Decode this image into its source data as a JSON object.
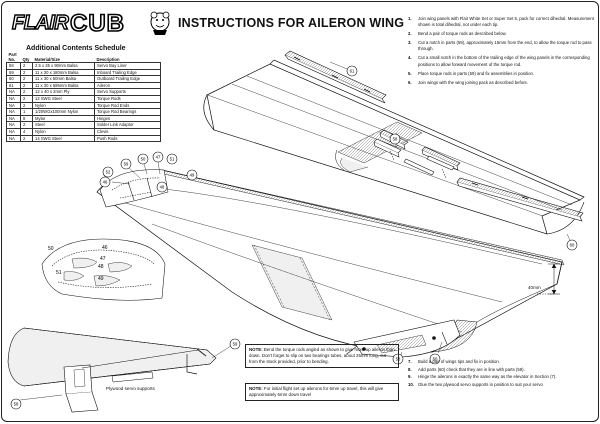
{
  "header": {
    "logo_flair": "FLAIR",
    "logo_cub": "CUB",
    "title": "INSTRUCTIONS FOR AILERON WING"
  },
  "schedule": {
    "title": "Additional Contents Schedule",
    "headers": {
      "part": "Part No.",
      "qty": "Qty",
      "material": "Material/Size",
      "description": "Description"
    },
    "rows": [
      {
        "part": "58",
        "qty": "2",
        "material": "2.5 x 35 x 90mm Balsa",
        "description": "Servo Bay Liner"
      },
      {
        "part": "59",
        "qty": "2",
        "material": "11 x 30 x 180mm Balsa",
        "description": "Inboard Trailing Edge"
      },
      {
        "part": "60",
        "qty": "2",
        "material": "11 x 30 x 50mm Balsa",
        "description": "Outboard Trailing Edge"
      },
      {
        "part": "61",
        "qty": "2",
        "material": "11 x 30 x 595mm Balsa",
        "description": "Aileron"
      },
      {
        "part": "NA",
        "qty": "2",
        "material": "12 x 40 x 2mm Ply",
        "description": "Servo Supports"
      },
      {
        "part": "NA",
        "qty": "2",
        "material": "12 SWG Steel",
        "description": "Torque Rods"
      },
      {
        "part": "NA",
        "qty": "2",
        "material": "Nylon",
        "description": "Torque Rod Ends"
      },
      {
        "part": "NA",
        "qty": "1",
        "material": "1/20WGx100mm Nylon",
        "description": "Torque Rod Bearings"
      },
      {
        "part": "NA",
        "qty": "8",
        "material": "Mylar",
        "description": "Hinges"
      },
      {
        "part": "NA",
        "qty": "2",
        "material": "Steel",
        "description": "Solder Link Adaptor"
      },
      {
        "part": "NA",
        "qty": "4",
        "material": "Nylon",
        "description": "Clevis"
      },
      {
        "part": "NA",
        "qty": "2",
        "material": "14 SWG Steel",
        "description": "Push Rods"
      }
    ]
  },
  "steps_top": [
    {
      "n": "1.",
      "text": "Join wing panels with Flair White Set or Super Set 5, pack for correct dihedral. Measurement shown is total dihedral, not under each tip."
    },
    {
      "n": "2.",
      "text": "Bend a pair of torque rods as described below."
    },
    {
      "n": "3.",
      "text": "Cut a notch in parts (59), approximately 15mm from the end, to allow the torque rod to pass through."
    },
    {
      "n": "4.",
      "text": "Cut a small notch in the bottom of the trailing edge of the wing panels in the corresponding positions to allow forward movement of the torque rod."
    },
    {
      "n": "5.",
      "text": "Place torque rods in parts (59) and fix assemblies in position."
    },
    {
      "n": "6.",
      "text": "Join wings with the wing joining pack as described before."
    }
  ],
  "steps_bottom": [
    {
      "n": "7.",
      "text": "Build a pair of wings tips and fix in position."
    },
    {
      "n": "8.",
      "text": "Add parts (60) check that they are in line with parts (59)."
    },
    {
      "n": "9.",
      "text": "Hinge the ailerons in exactly the same way as the elevator in Section (7)."
    },
    {
      "n": "10.",
      "text": "Glue the two plywood servo supports in position to suit your servo"
    }
  ],
  "notes": [
    {
      "label": "NOTE:",
      "text": " Bend the torque rods angled as shown to give more up aileron than down. Don't forget to slip on two bearings tubes, about 25mm long, cut from the stock provided, prior to bending."
    },
    {
      "label": "NOTE:",
      "text": " For initial flight set up ailerons for 6mm up travel, this will give approximately 6mm down travel"
    }
  ],
  "labels": {
    "dihedral": "40mm",
    "servo_supports": "Plywood servo supports"
  },
  "callouts": [
    "61",
    "58",
    "60",
    "59",
    "50",
    "47",
    "51",
    "46",
    "52",
    "48",
    "49",
    "60",
    "58",
    "59"
  ],
  "rib_labels": [
    "50",
    "46",
    "47",
    "48",
    "51",
    "49"
  ]
}
